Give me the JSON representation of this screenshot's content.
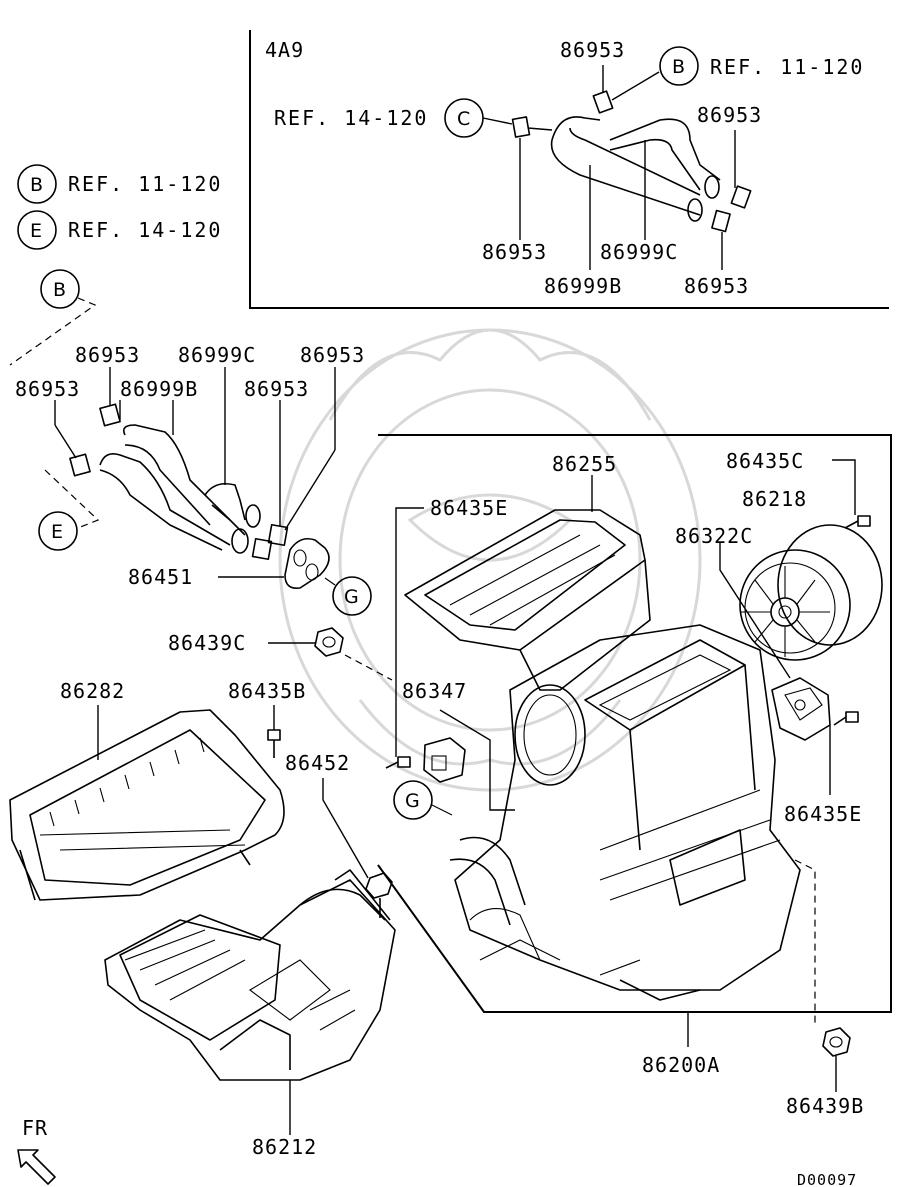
{
  "diagram": {
    "code": "D00097",
    "inset_title": "4A9",
    "fr_label": "FR",
    "callout_legend": [
      {
        "letter": "B",
        "text": "REF. 11-120"
      },
      {
        "letter": "E",
        "text": "REF. 14-120"
      }
    ],
    "inset_refs": [
      {
        "letter": "B",
        "text": "REF. 11-120"
      },
      {
        "letter": "C",
        "text": "REF. 14-120"
      }
    ],
    "part_labels": {
      "inset_clip_top": "86953",
      "inset_clip_right": "86953",
      "inset_clip_left_bottom": "86953",
      "inset_hose_c": "86999C",
      "inset_hose_b": "86999B",
      "inset_clip_bottom_right": "86953",
      "clip_a": "86953",
      "clip_b": "86953",
      "hose_c": "86999C",
      "clip_c": "86953",
      "hose_b": "86999B",
      "clip_d": "86953",
      "case_upper": "86255",
      "screw_c": "86435C",
      "screw_e_left": "86435E",
      "blower_motor": "86218",
      "resistor": "86322C",
      "gasket": "86451",
      "nut_c": "86439C",
      "duct": "86282",
      "screw_b": "86435B",
      "bolt": "86452",
      "transistor": "86347",
      "screw_e_right": "86435E",
      "heater_unit": "86200A",
      "nut_b": "86439B",
      "blower_case": "86212"
    },
    "callouts": {
      "left_b": "B",
      "left_e": "E",
      "g_upper": "G",
      "g_lower": "G"
    }
  }
}
